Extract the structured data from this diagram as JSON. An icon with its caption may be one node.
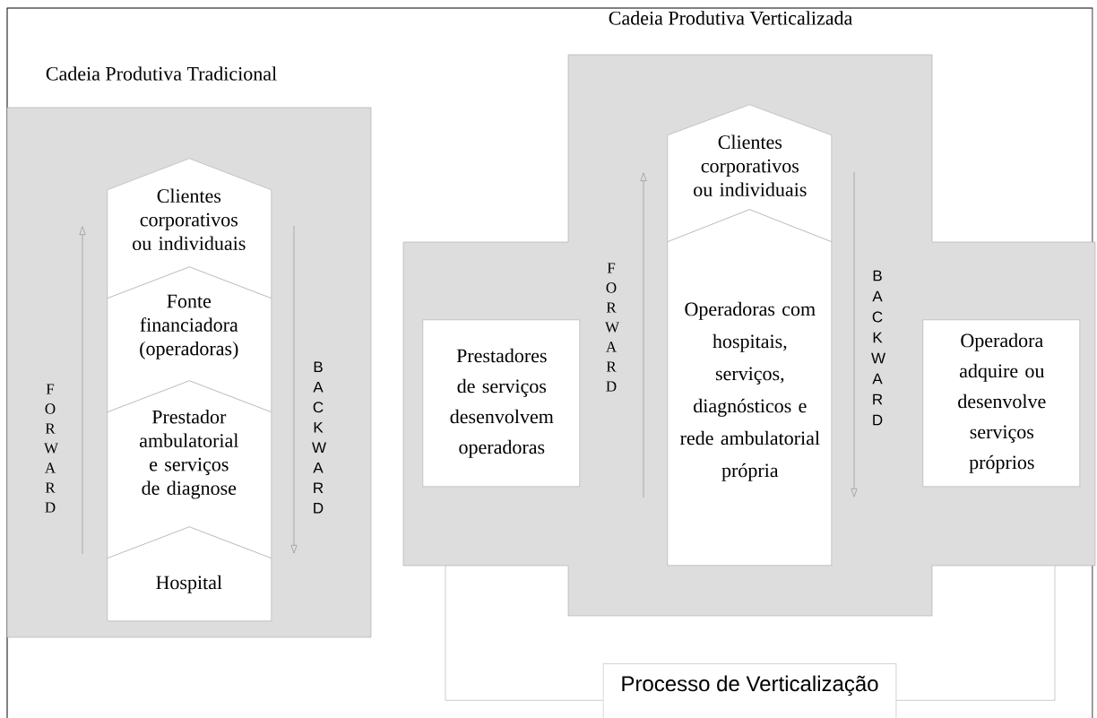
{
  "diagram": {
    "nodes": [
      {
        "text": [
          "Cadeia Produtiva Tradicional"
        ]
      },
      {
        "text": [
          "Clientes corporativos ou individuais"
        ],
        "in": 0
      },
      {
        "text": [
          "Fonte financiadora (operadoras)"
        ],
        "in": 0
      },
      {
        "text": [
          "Prestador ambulatorial e serviços de diagnose"
        ],
        "in": 0
      },
      {
        "text": [
          "Hospital"
        ],
        "in": 0
      },
      {
        "text": [
          "Cadeia Produtiva Verticalizada"
        ]
      },
      {
        "text": [
          "Clientes corporativos ou individuais"
        ],
        "in": 5
      },
      {
        "text": [
          "Operadoras com hospitais, serviços, diagnósticos e rede ambulatorial própria"
        ],
        "in": 5
      },
      {
        "text": [
          "Prestadores de serviços desenvolvem operadoras"
        ],
        "in": 5
      },
      {
        "text": [
          "Operadora adquire ou desenvolve serviços próprios"
        ],
        "in": 5
      },
      {
        "text": [
          "Processo de Verticalização"
        ]
      }
    ],
    "edges": [
      {
        "from": 10,
        "to": 5,
        "arrow": "none"
      },
      {
        "from": 10,
        "to": 5,
        "arrow": "none"
      }
    ],
    "labels": [
      "FORWARD",
      "BACKWARD",
      "FORWARD",
      "BACKWARD"
    ]
  }
}
